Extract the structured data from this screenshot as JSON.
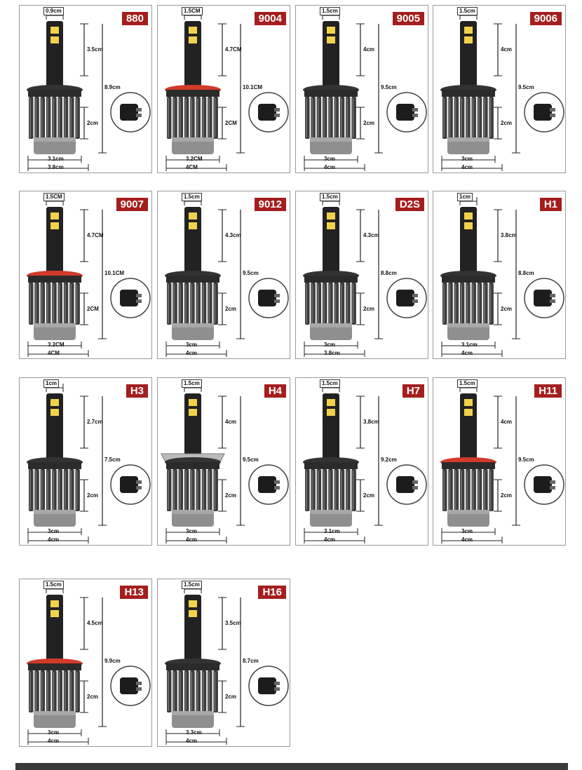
{
  "bulbs": [
    {
      "model": "880",
      "top": "0.9cm",
      "height": "3.5cm",
      "total": "8.9cm",
      "base": "2cm",
      "inner": "3.1cm",
      "outer": "3.8cm"
    },
    {
      "model": "9004",
      "top": "1.5CM",
      "height": "4.7CM",
      "total": "10.1CM",
      "base": "2CM",
      "inner": "3.2CM",
      "outer": "4CM"
    },
    {
      "model": "9005",
      "top": "1.5cm",
      "height": "4cm",
      "total": "9.5cm",
      "base": "2cm",
      "inner": "3cm",
      "outer": "4cm"
    },
    {
      "model": "9006",
      "top": "1.5cm",
      "height": "4cm",
      "total": "9.5cm",
      "base": "2cm",
      "inner": "3cm",
      "outer": "4cm"
    },
    {
      "model": "9007",
      "top": "1.5CM",
      "height": "4.7CM",
      "total": "10.1CM",
      "base": "2CM",
      "inner": "3.2CM",
      "outer": "4CM"
    },
    {
      "model": "9012",
      "top": "1.5cm",
      "height": "4.3cm",
      "total": "9.5cm",
      "base": "2cm",
      "inner": "3cm",
      "outer": "4cm"
    },
    {
      "model": "D2S",
      "top": "1.5cm",
      "height": "4.3cm",
      "total": "8.8cm",
      "base": "2cm",
      "inner": "3cm",
      "outer": "3.8cm"
    },
    {
      "model": "H1",
      "top": "1cm",
      "height": "3.8cm",
      "total": "8.8cm",
      "base": "2cm",
      "inner": "3.1cm",
      "outer": "4cm"
    },
    {
      "model": "H3",
      "top": "1cm",
      "height": "2.7cm",
      "total": "7.5cm",
      "base": "2cm",
      "inner": "3cm",
      "outer": "4cm"
    },
    {
      "model": "H4",
      "top": "1.5cm",
      "height": "4cm",
      "total": "9.5cm",
      "base": "2cm",
      "inner": "3cm",
      "outer": "4cm"
    },
    {
      "model": "H7",
      "top": "1.5cm",
      "height": "3.8cm",
      "total": "9.2cm",
      "base": "2cm",
      "inner": "3.1cm",
      "outer": "4cm"
    },
    {
      "model": "H11",
      "top": "1.5cm",
      "height": "4cm",
      "total": "9.5cm",
      "base": "2cm",
      "inner": "3cm",
      "outer": "4cm"
    },
    {
      "model": "H13",
      "top": "1.5cm",
      "height": "4.5cm",
      "total": "9.9cm",
      "base": "2cm",
      "inner": "3cm",
      "outer": "4cm"
    },
    {
      "model": "H16",
      "top": "1.5cm",
      "height": "3.5cm",
      "total": "8.7cm",
      "base": "2cm",
      "inner": "3.3cm",
      "outer": "4cm"
    }
  ],
  "colors": {
    "badge": "#a41e1e",
    "fin": "#3c3c3c",
    "collar": "#d23a2a",
    "chip": "#f2d24a"
  }
}
